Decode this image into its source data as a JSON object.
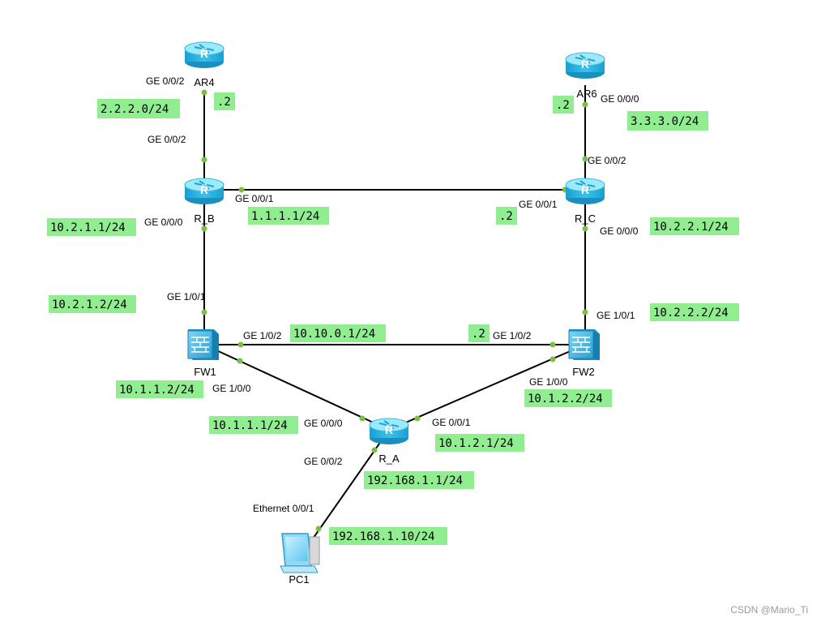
{
  "colors": {
    "ip_highlight": "#90ee90",
    "link": "#000000",
    "port_dot": "#7ac142",
    "router_top": "#8fe6f8",
    "router_body": "#2bb6e0",
    "firewall_body": "#3fb8e2",
    "watermark": "#9a9a9a"
  },
  "nodes": {
    "ar4": {
      "label": "AR4",
      "type": "router",
      "glyph": "R"
    },
    "ar6": {
      "label": "AR6",
      "type": "router",
      "glyph": "R"
    },
    "r_b": {
      "label": "R_B",
      "type": "router",
      "glyph": "R"
    },
    "r_c": {
      "label": "R_C",
      "type": "router",
      "glyph": "R"
    },
    "r_a": {
      "label": "R_A",
      "type": "router",
      "glyph": "R"
    },
    "fw1": {
      "label": "FW1",
      "type": "firewall"
    },
    "fw2": {
      "label": "FW2",
      "type": "firewall"
    },
    "pc1": {
      "label": "PC1",
      "type": "pc"
    }
  },
  "ports": {
    "ar4_ge002": "GE 0/0/2",
    "rb_ge002": "GE 0/0/2",
    "rb_ge001": "GE 0/0/1",
    "rb_ge000": "GE 0/0/0",
    "ar6_ge000": "GE 0/0/0",
    "rc_ge002": "GE 0/0/2",
    "rc_ge001": "GE 0/0/1",
    "rc_ge000": "GE 0/0/0",
    "fw1_ge101": "GE 1/0/1",
    "fw1_ge102": "GE 1/0/2",
    "fw1_ge100": "GE 1/0/0",
    "fw2_ge101": "GE 1/0/1",
    "fw2_ge102": "GE 1/0/2",
    "fw2_ge100": "GE 1/0/0",
    "ra_ge000": "GE 0/0/0",
    "ra_ge001": "GE 0/0/1",
    "ra_ge002": "GE 0/0/2",
    "pc1_eth001": "Ethernet 0/0/1"
  },
  "ips": {
    "net_ar4": "2.2.2.0/24",
    "ar4_host": ".2",
    "ar6_host": ".2",
    "net_ar6": "3.3.3.0/24",
    "rb_rc_net": "1.1.1.1/24",
    "rc_host": ".2",
    "rb_down": "10.2.1.1/24",
    "fw1_up": "10.2.1.2/24",
    "rc_down": "10.2.2.1/24",
    "fw2_up": "10.2.2.2/24",
    "fw_link": "10.10.0.1/24",
    "fw2_link_host": ".2",
    "fw1_down": "10.1.1.2/24",
    "fw2_down": "10.1.2.2/24",
    "ra_left": "10.1.1.1/24",
    "ra_right": "10.1.2.1/24",
    "ra_lan": "192.168.1.1/24",
    "pc1_ip": "192.168.1.10/24"
  },
  "watermark": "CSDN @Mario_Ti"
}
